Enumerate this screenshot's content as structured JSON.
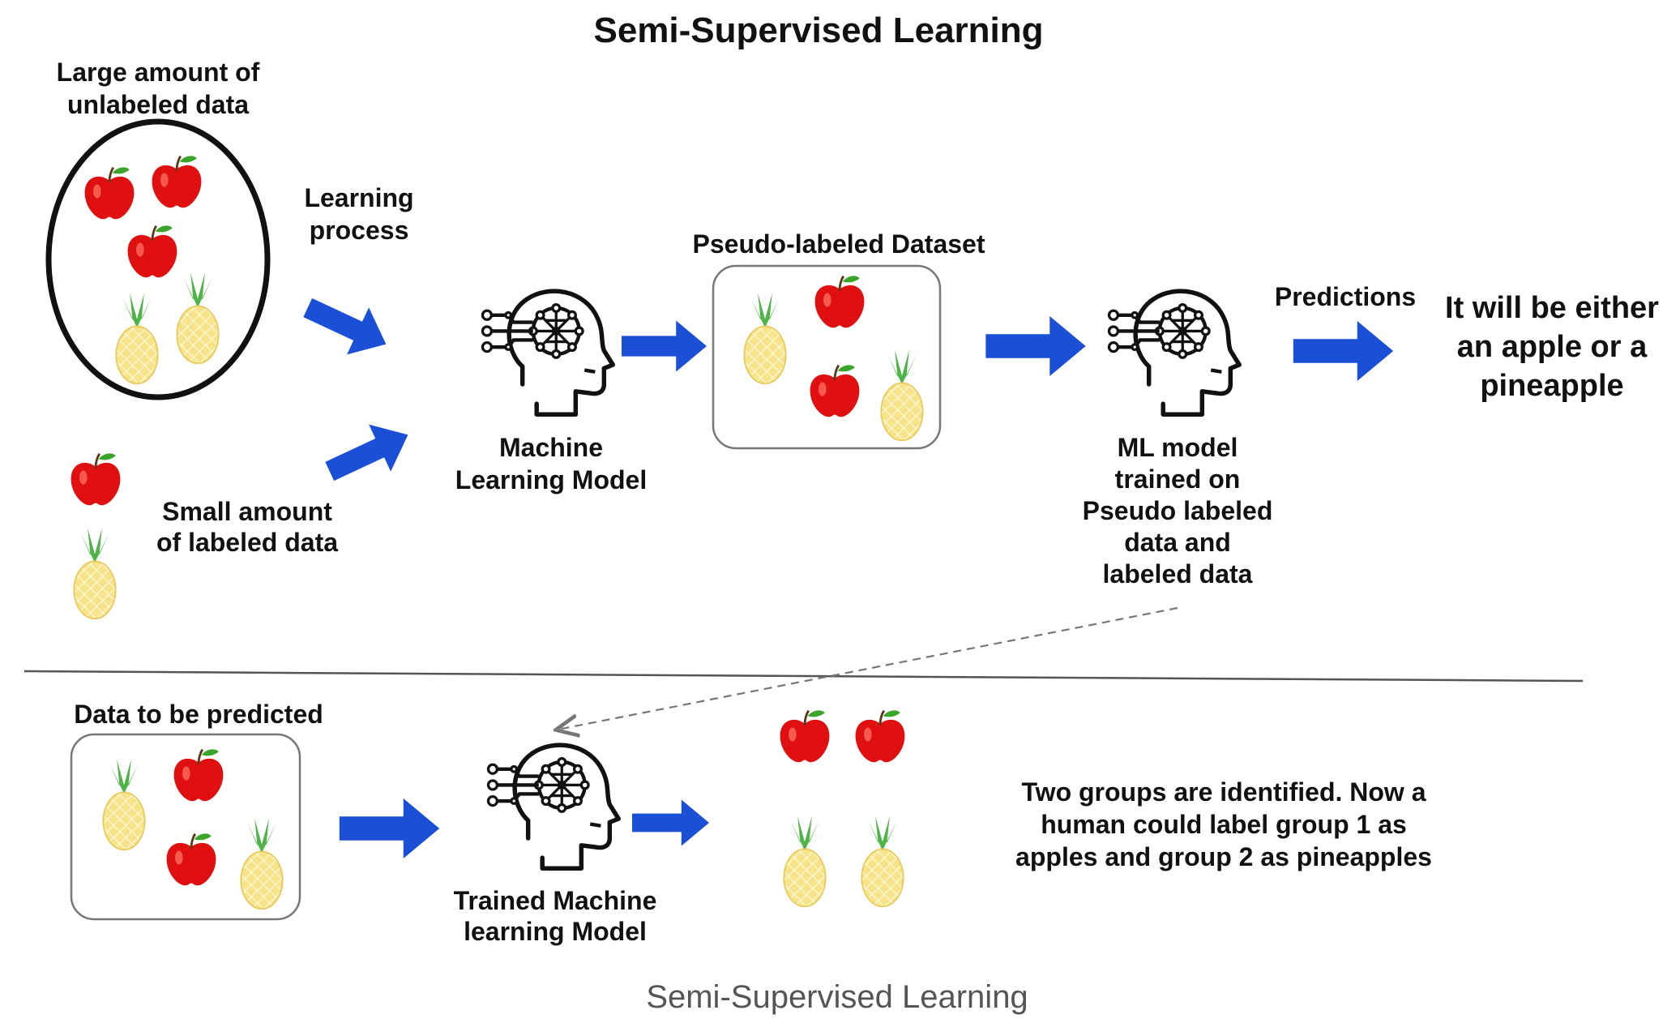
{
  "title": "Semi-Supervised Learning",
  "caption": "Semi-Supervised Learning",
  "colors": {
    "arrow": "#1a4fd6",
    "apple": "#e01010",
    "apple_leaf": "#3aa52a",
    "pineapple": "#f6e38a",
    "pineapple_crown": "#4fb34a",
    "ink": "#111111",
    "caption": "#555555"
  },
  "labels": {
    "unlabeled": [
      "Large amount of",
      "unlabeled data"
    ],
    "labeled": [
      "Small amount",
      "of labeled data"
    ],
    "learning_process": [
      "Learning",
      "process"
    ],
    "ml_model": [
      "Machine",
      "Learning Model"
    ],
    "pseudo_dataset": "Pseudo-labeled Dataset",
    "ml_model_trained": [
      "ML model",
      "trained on",
      "Pseudo labeled",
      "data and",
      "labeled data"
    ],
    "predictions": "Predictions",
    "result": [
      "It will be either",
      "an apple or a",
      "pineapple"
    ],
    "data_to_predict": "Data to be predicted",
    "trained_model": [
      "Trained Machine",
      "learning Model"
    ],
    "groups_note": [
      "Two groups are identified. Now a",
      "human could label group 1 as",
      "apples and group 2 as pineapples"
    ]
  }
}
